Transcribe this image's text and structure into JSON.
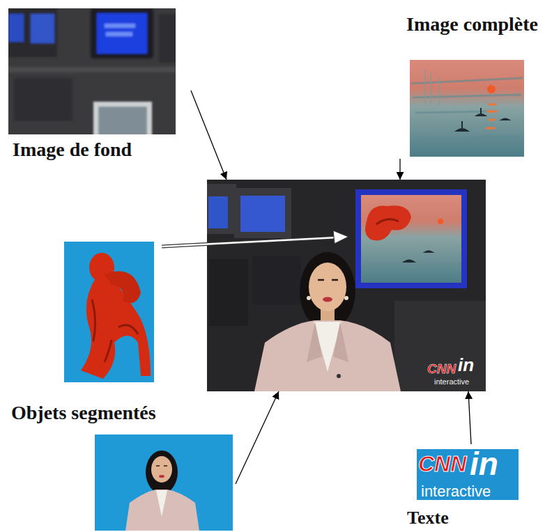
{
  "diagram": {
    "nodes": [
      {
        "text": [
          "Image de fond"
        ]
      },
      {
        "text": [
          "Image complète"
        ]
      },
      {
        "text": [
          "CNN",
          "in",
          "interactive"
        ]
      },
      {
        "text": [
          "Objets segmentés"
        ]
      },
      {
        "text": [
          "CNN",
          "in",
          "interactive",
          "Texte"
        ]
      }
    ],
    "edges": [
      {
        "from": 0,
        "to": 2,
        "arrow": "to"
      },
      {
        "from": 1,
        "to": 2,
        "arrow": "to"
      },
      {
        "from": 3,
        "to": 2,
        "arrow": "to"
      },
      {
        "from": 4,
        "to": 2,
        "arrow": "to"
      }
    ]
  }
}
